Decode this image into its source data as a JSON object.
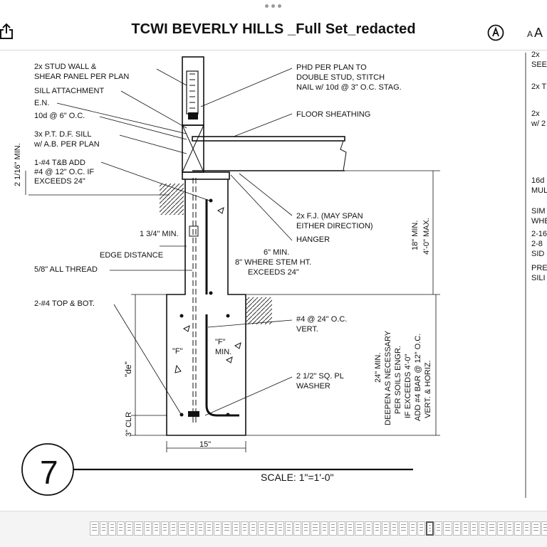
{
  "document": {
    "title": "TCWI BEVERLY HILLS _Full Set_redacted"
  },
  "toolbar": {
    "share_icon": "share-icon",
    "markup_icon": "markup-pen-icon",
    "text_size_label": "AA"
  },
  "drawing": {
    "notes_left": {
      "stud_wall": [
        "2x STUD WALL &",
        "SHEAR PANEL PER PLAN"
      ],
      "sill_attachment": "SILL ATTACHMENT",
      "en": "E.N.",
      "nail": "10d @ 6\" O.C.",
      "sill": [
        "3x P.T. D.F. SILL",
        "w/ A.B. PER PLAN"
      ],
      "add_bar": [
        "1-#4 T&B ADD",
        "#4 @ 12\" O.C. IF",
        "EXCEEDS 24\""
      ],
      "min_dim": "1 3/4\" MIN.",
      "edge_distance": "EDGE DISTANCE",
      "all_thread": "5/8\" ALL THREAD",
      "top_bot": "2-#4 TOP & BOT."
    },
    "notes_right": {
      "phd": [
        "PHD PER PLAN TO",
        "DOUBLE STUD, STITCH",
        "NAIL w/ 10d @ 3\" O.C. STAG."
      ],
      "floor_sheathing": "FLOOR SHEATHING",
      "fj": [
        "2x F.J. (MAY SPAN",
        "EITHER DIRECTION)"
      ],
      "hanger": "HANGER",
      "stem_width": [
        "6\" MIN.",
        "8\" WHERE STEM HT.",
        "EXCEEDS 24\""
      ],
      "vert_bar": [
        "#4 @ 24\" O.C.",
        "VERT."
      ],
      "washer": [
        "2 1/2\" SQ. PL",
        "WASHER"
      ],
      "footing_depth": [
        "24\" MIN.",
        "DEEPEN AS NECESSARY",
        "PER SOILS ENGR.",
        "IF EXCEEDS 4'-0\"",
        "ADD #4 BAR @ 12\" O.C.",
        "VERT. & HORIZ."
      ],
      "stem_height": [
        "18\" MIN.",
        "4'-0\" MAX."
      ]
    },
    "dims": {
      "sill_height": "2 1/16\" MIN.",
      "f_left": "\"F\"",
      "f_min": [
        "\"F\"",
        "MIN."
      ],
      "de": "\"de\"",
      "clr": "3\" CLR",
      "width": "15\""
    },
    "detail_number": "7",
    "scale": "SCALE:  1\"=1'-0\"",
    "cutoff_right": [
      "2x",
      "SEE",
      "2x T",
      "2x",
      "w/ 2",
      "16d",
      "MUL",
      "SIM",
      "WHE",
      "2-16",
      "2-8",
      "SID",
      "PRE",
      "SILI"
    ]
  },
  "thumbnails": {
    "count": 52,
    "selected_index": 38
  }
}
